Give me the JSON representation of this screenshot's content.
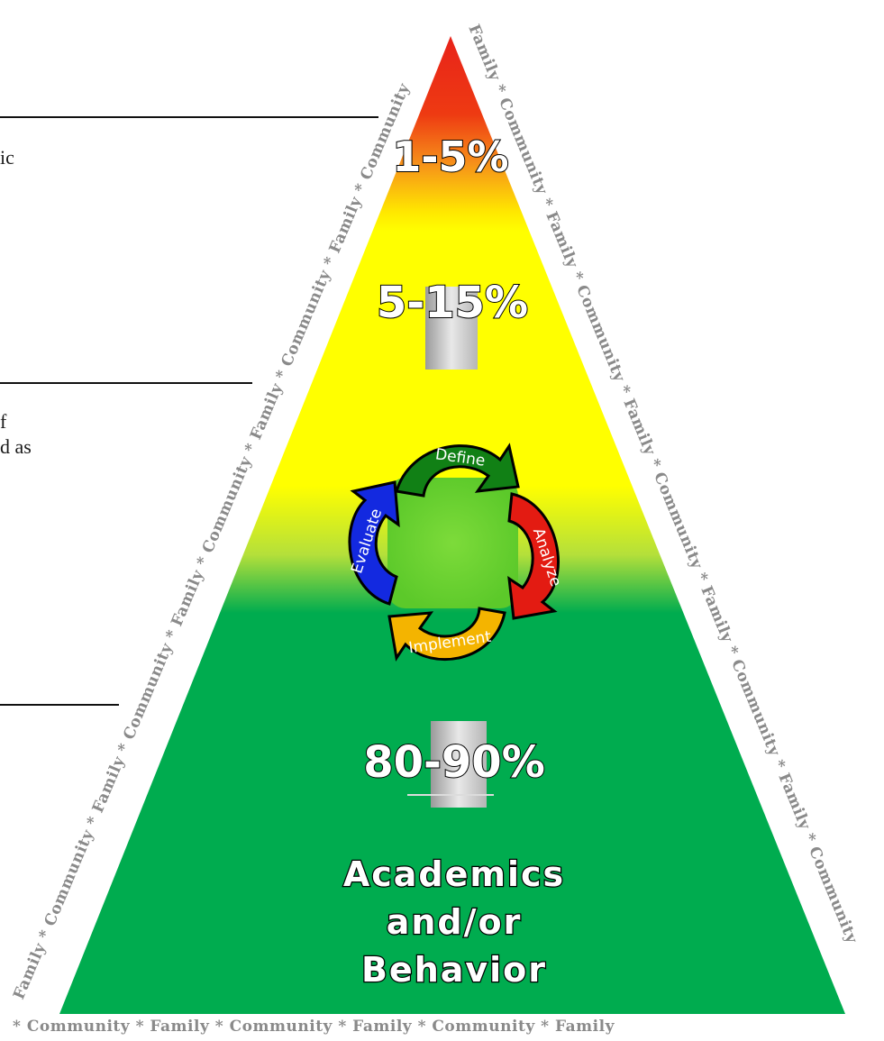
{
  "left_text": {
    "line1": "ic",
    "line2": "f",
    "line3": "d as"
  },
  "tiers": {
    "top": "1-5%",
    "middle": "5-15%",
    "bottom": "80-90%"
  },
  "base_label": {
    "line1": "Academics",
    "line2": "and/or",
    "line3": "Behavior"
  },
  "cycle": {
    "define": "Define",
    "analyze": "Analyze",
    "implement": "Implement",
    "evaluate": "Evaluate"
  },
  "border": {
    "left": "Family * Community * Family * Community * Family * Community * Family * Community * Family * Community",
    "right": "Family * Community * Family * Community * Family * Community * Family * Community * Family * Community",
    "bottom": "* Community * Family * Community * Family * Community * Family"
  },
  "colors": {
    "red": "#e8231a",
    "orange": "#f48a0f",
    "yellow": "#ffff00",
    "green": "#00ac4f",
    "arrow_green": "#118015",
    "arrow_red": "#e31b12",
    "arrow_yellow": "#f4b400",
    "arrow_blue": "#1329e0"
  }
}
